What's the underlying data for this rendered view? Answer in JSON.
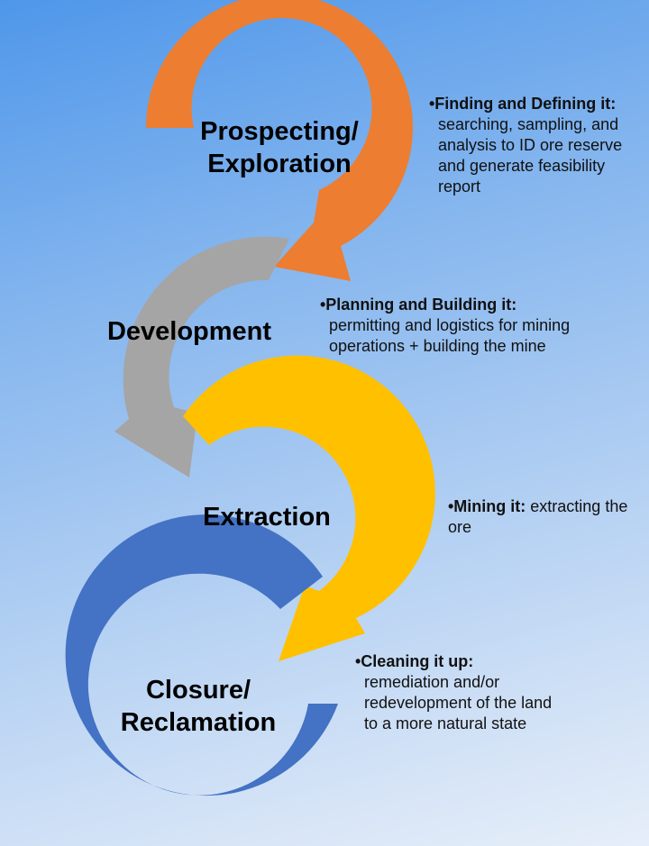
{
  "colors": {
    "prospecting": "#ed7d31",
    "development": "#a5a5a5",
    "extraction": "#ffc000",
    "closure": "#4472c4"
  },
  "stages": [
    {
      "title": "Prospecting/\nExploration",
      "lead": "•Finding and Defining it:",
      "body": "searching, sampling, and analysis to ID ore reserve and generate feasibility report"
    },
    {
      "title": "Development",
      "lead": "•Planning and Building it:",
      "body": "permitting and logistics for mining operations + building the mine"
    },
    {
      "title": "Extraction",
      "lead": "•Mining it:",
      "body": " extracting the ore"
    },
    {
      "title": "Closure/\nReclamation",
      "lead": "•Cleaning it up:",
      "body": "remediation and/or redevelopment of the land to a more natural state"
    }
  ]
}
